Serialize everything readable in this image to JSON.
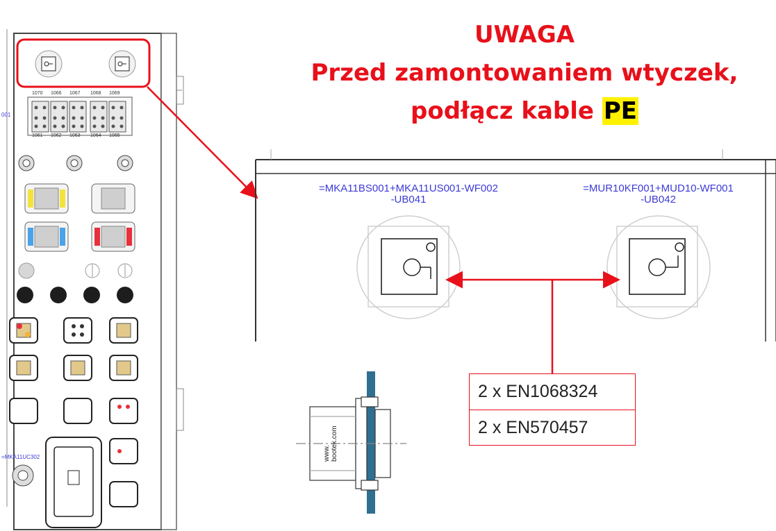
{
  "warning": {
    "title": "UWAGA",
    "line1": "Przed zamontowaniem wtyczek,",
    "line2_prefix": "podłącz kable ",
    "line2_highlight": "PE"
  },
  "connectors": [
    {
      "line1": "=MKA11BS001+MKA11US001-WF002",
      "line2": "-UB041"
    },
    {
      "line1": "=MUR10KF001+MUD10-WF001",
      "line2": "-UB042"
    }
  ],
  "parts": [
    {
      "text": "2 x EN1068324"
    },
    {
      "text": "2 x EN570457"
    }
  ],
  "plug_brand": "www.\nbootek.com",
  "panel": {
    "terminal_top": [
      "1070",
      "1066",
      "1067",
      "1068",
      "1069"
    ],
    "terminal_bottom": [
      "1061",
      "1062",
      "1063",
      "1064",
      "1065"
    ],
    "side_label": "001",
    "left_label": "=MKA11UC302"
  },
  "colors": {
    "warning": "#e8101a",
    "highlight": "#fff200",
    "label": "#3b3bd6",
    "drawing": "#999999"
  }
}
